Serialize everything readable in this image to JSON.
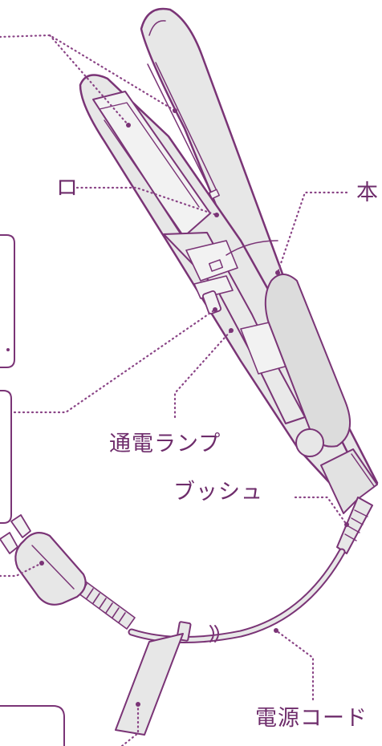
{
  "colors": {
    "stroke": "#7a3476",
    "fill": "#e7e7e7",
    "fill_light": "#f2f2f2",
    "label_text": "#6e2c6b",
    "leader_dots": "#8a4486"
  },
  "labels": {
    "main_body": "本",
    "lamp": "通電ランプ",
    "bush": "ブッシュ",
    "cord": "電源コード",
    "left_fragment": "ロ"
  }
}
